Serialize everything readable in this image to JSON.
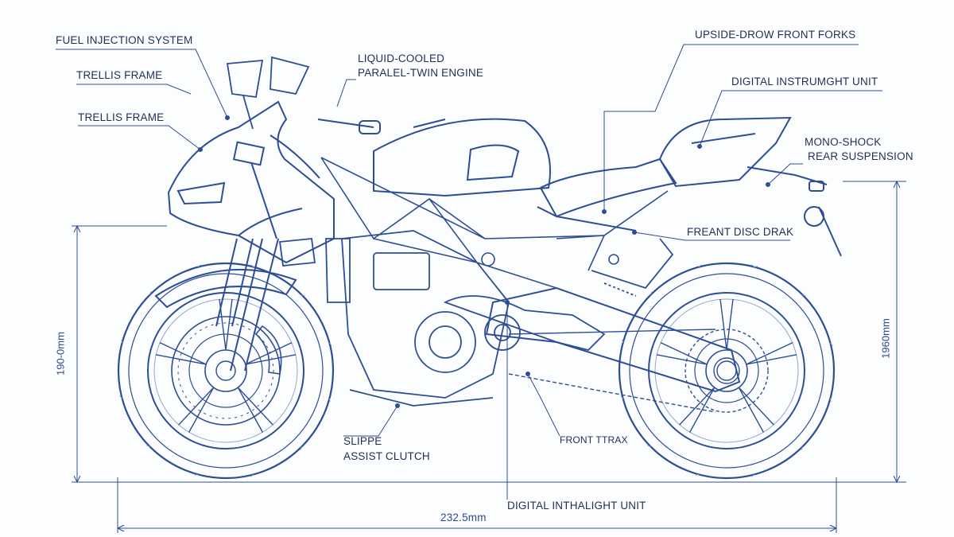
{
  "labels": {
    "fuel_injection": "FUEL INJECTION SYSTEM",
    "trellis_frame_1": "TRELLIS FRAME",
    "trellis_frame_2": "TRELLIS FRAME",
    "engine_line1": "LIQUID-COOLED",
    "engine_line2": "PARALEL-TWIN ENGINE",
    "forks": "UPSIDE-DROW FRONT FORKS",
    "instrument": "DIGITAL INSTRUMGHT UNIT",
    "mono_line1": "MONO-SHOCK",
    "mono_line2": "REAR SUSPENSION",
    "disc_brake": "FREANT DISC DRAK",
    "clutch_line1": "SLIPPE",
    "clutch_line2": "ASSIST CLUTCH",
    "front_trax": "FRONT TTRAX",
    "headlight": "DIGITAL INTHALIGHT UNIT"
  },
  "dimensions": {
    "height_left": "190-0mm",
    "height_right": "1960mm",
    "length": "232.5mm"
  },
  "colors": {
    "ink": "#2d4e94",
    "ink_light": "#8fa6d0",
    "text": "#1f2f55",
    "background": "#fcfdff"
  }
}
